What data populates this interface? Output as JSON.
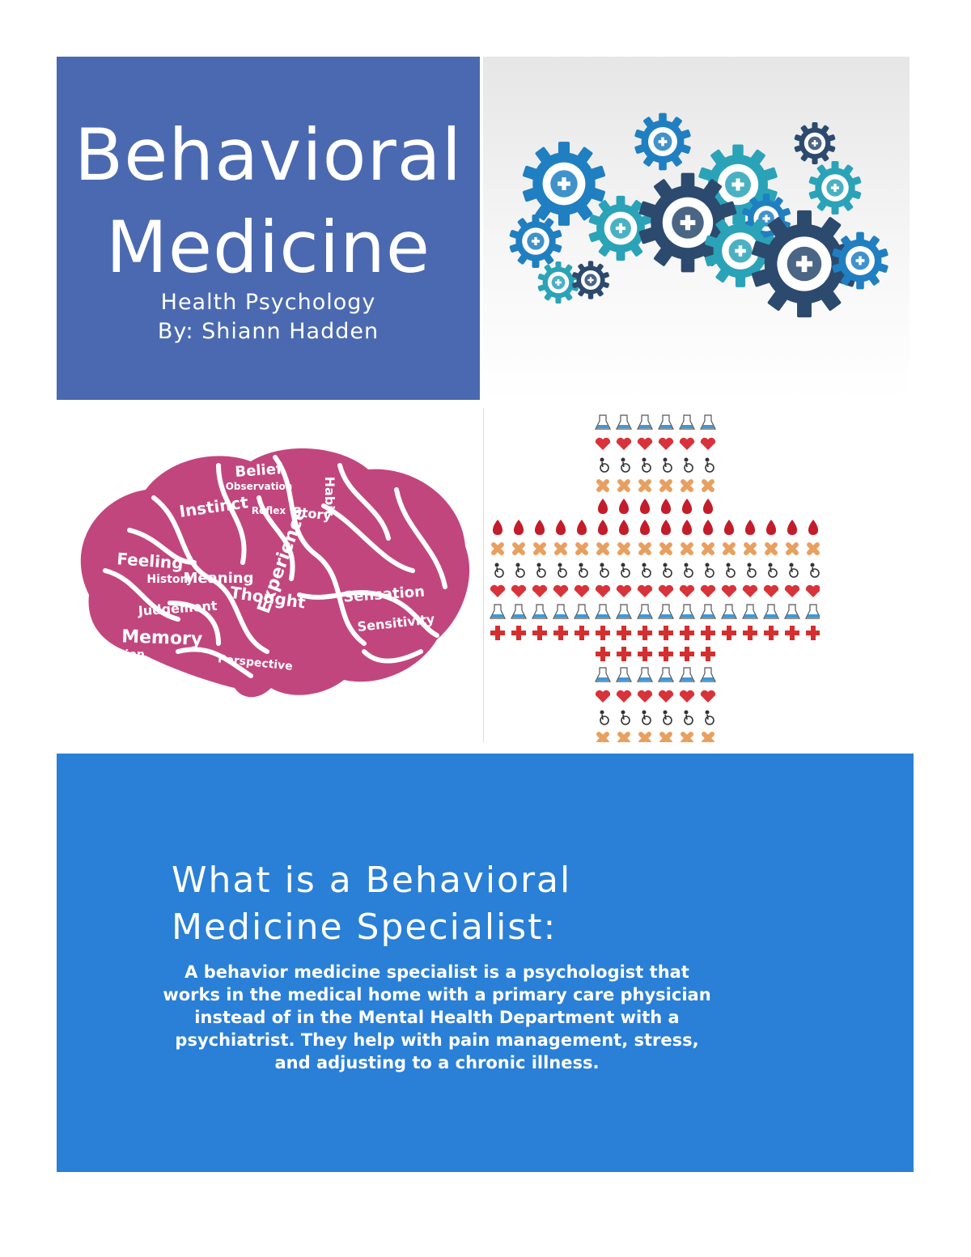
{
  "title": {
    "line1": "Behavioral",
    "line2": "Medicine",
    "subtitle": "Health Psychology",
    "author": "By: Shiann Hadden"
  },
  "images": {
    "brain_words": [
      "Belief",
      "Habit",
      "Instinct",
      "Reflex",
      "Story",
      "Feeling",
      "Experience",
      "Thought",
      "Memory",
      "Judgement",
      "Meaning",
      "History",
      "Sensation",
      "Sensitivity",
      "Intuition",
      "Perspective",
      "Observation"
    ]
  },
  "info": {
    "heading_line1": "What is a Behavioral",
    "heading_line2": "Medicine Specialist:",
    "body": "A behavior medicine specialist is a psychologist that works in the medical home with a primary care physician instead of in the Mental Health Department with a psychiatrist. They help with pain management, stress, and adjusting to a chronic illness."
  },
  "colors": {
    "title_panel": "#4a69b0",
    "info_panel": "#2a7fd6",
    "gear_dark": "#2c4a6e",
    "gear_blue": "#1f7fc1",
    "gear_teal": "#2aa3b8",
    "brain_pink": "#b0306a",
    "medical_red": "#d42f2f"
  }
}
